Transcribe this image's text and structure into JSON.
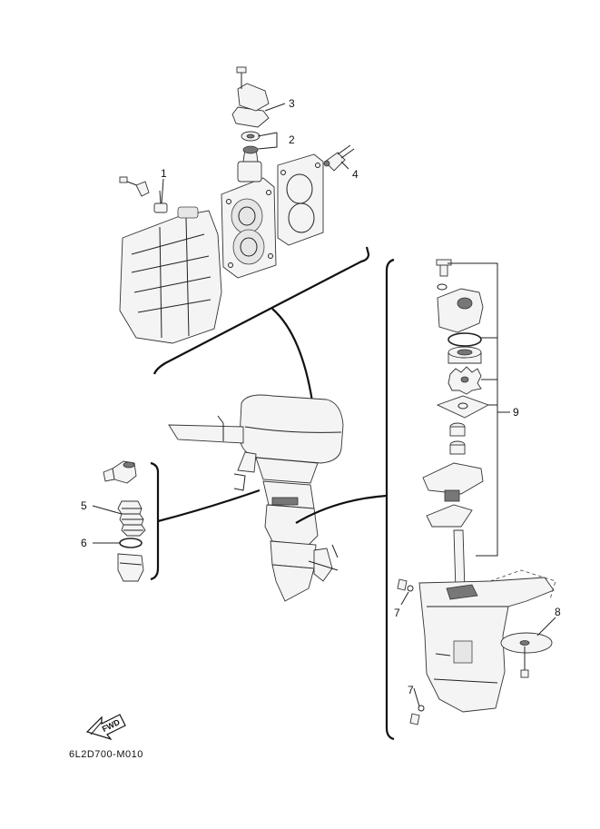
{
  "callouts": {
    "c1": "1",
    "c2": "2",
    "c3": "3",
    "c4": "4",
    "c5": "5",
    "c6": "6",
    "c7a": "7",
    "c7b": "7",
    "c8": "8",
    "c9": "9"
  },
  "fwd_label": "FWD",
  "diagram_code": "6L2D700-M010",
  "icons": {
    "fwd": "fwd-arrow-icon"
  }
}
